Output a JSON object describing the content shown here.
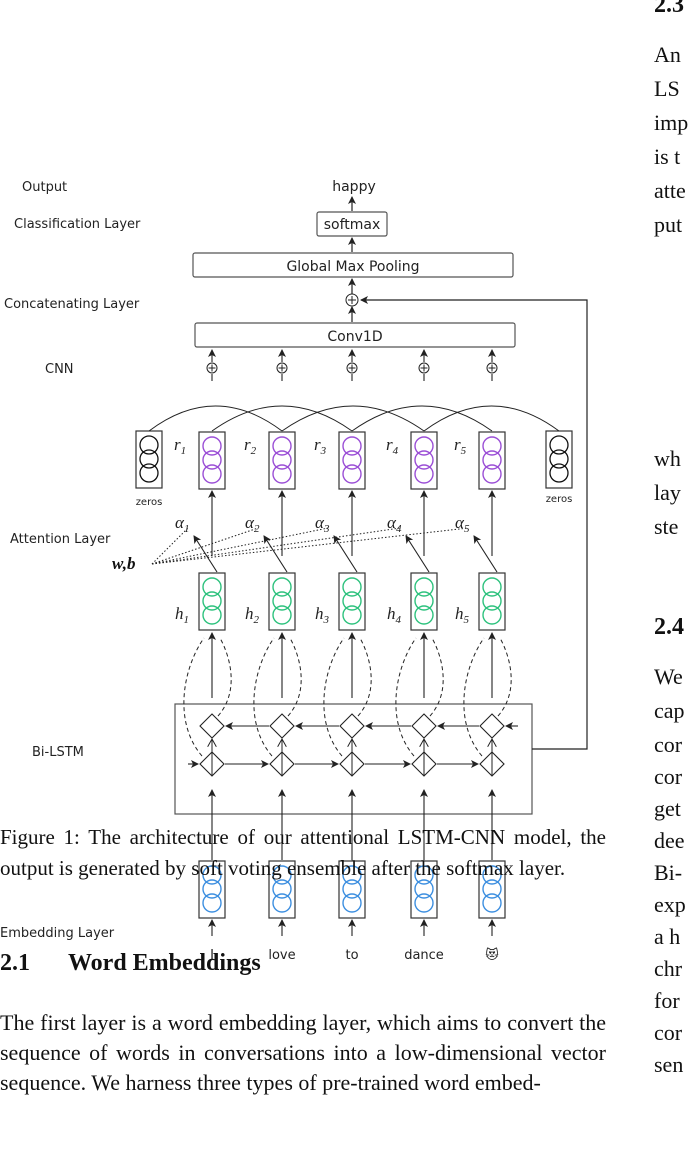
{
  "figure": {
    "side_labels": {
      "output": "Output",
      "classification": "Classification Layer",
      "concatenating": "Concatenating Layer",
      "cnn": "CNN",
      "attention": "Attention Layer",
      "bilstm": "Bi-LSTM",
      "embedding": "Embedding Layer"
    },
    "output_word": "happy",
    "softmax": "softmax",
    "pooling": "Global Max Pooling",
    "conv": "Conv1D",
    "zeros_left": "zeros",
    "zeros_right": "zeros",
    "wb": "w,b",
    "r_label": "r",
    "h_label": "h",
    "alpha_label": "α",
    "subscripts": [
      "1",
      "2",
      "3",
      "4",
      "5"
    ],
    "words": [
      "I",
      "love",
      "to",
      "dance",
      "😻"
    ],
    "colors": {
      "r_circle": "#9b4fd6",
      "h_circle": "#2ec27e",
      "emb_circle": "#3d8fe0"
    }
  },
  "caption": "Figure 1: The architecture of our attentional LSTM-CNN model, the output is generated by soft voting ensemble after the softmax layer.",
  "section": {
    "number": "2.1",
    "title": "Word Embeddings"
  },
  "body_text": "The first layer is a word embedding layer, which aims to convert the sequence of words in conversations into a low-dimensional vector sequence. We harness three types of pre-trained word embed-",
  "right_column": [
    {
      "text": "2.3",
      "heading": true
    },
    {
      "text": "An"
    },
    {
      "text": "LS"
    },
    {
      "text": "imp"
    },
    {
      "text": "is t"
    },
    {
      "text": "atte"
    },
    {
      "text": "put"
    },
    {
      "text": "wh"
    },
    {
      "text": "lay"
    },
    {
      "text": "ste"
    },
    {
      "text": "2.4",
      "heading": true
    },
    {
      "text": "We"
    },
    {
      "text": "cap"
    },
    {
      "text": "cor"
    },
    {
      "text": "cor"
    },
    {
      "text": "get"
    },
    {
      "text": "dee"
    },
    {
      "text": "Bi-"
    },
    {
      "text": "exp"
    },
    {
      "text": "a h"
    },
    {
      "text": "chr"
    },
    {
      "text": "for"
    },
    {
      "text": "cor"
    },
    {
      "text": "sen"
    }
  ]
}
